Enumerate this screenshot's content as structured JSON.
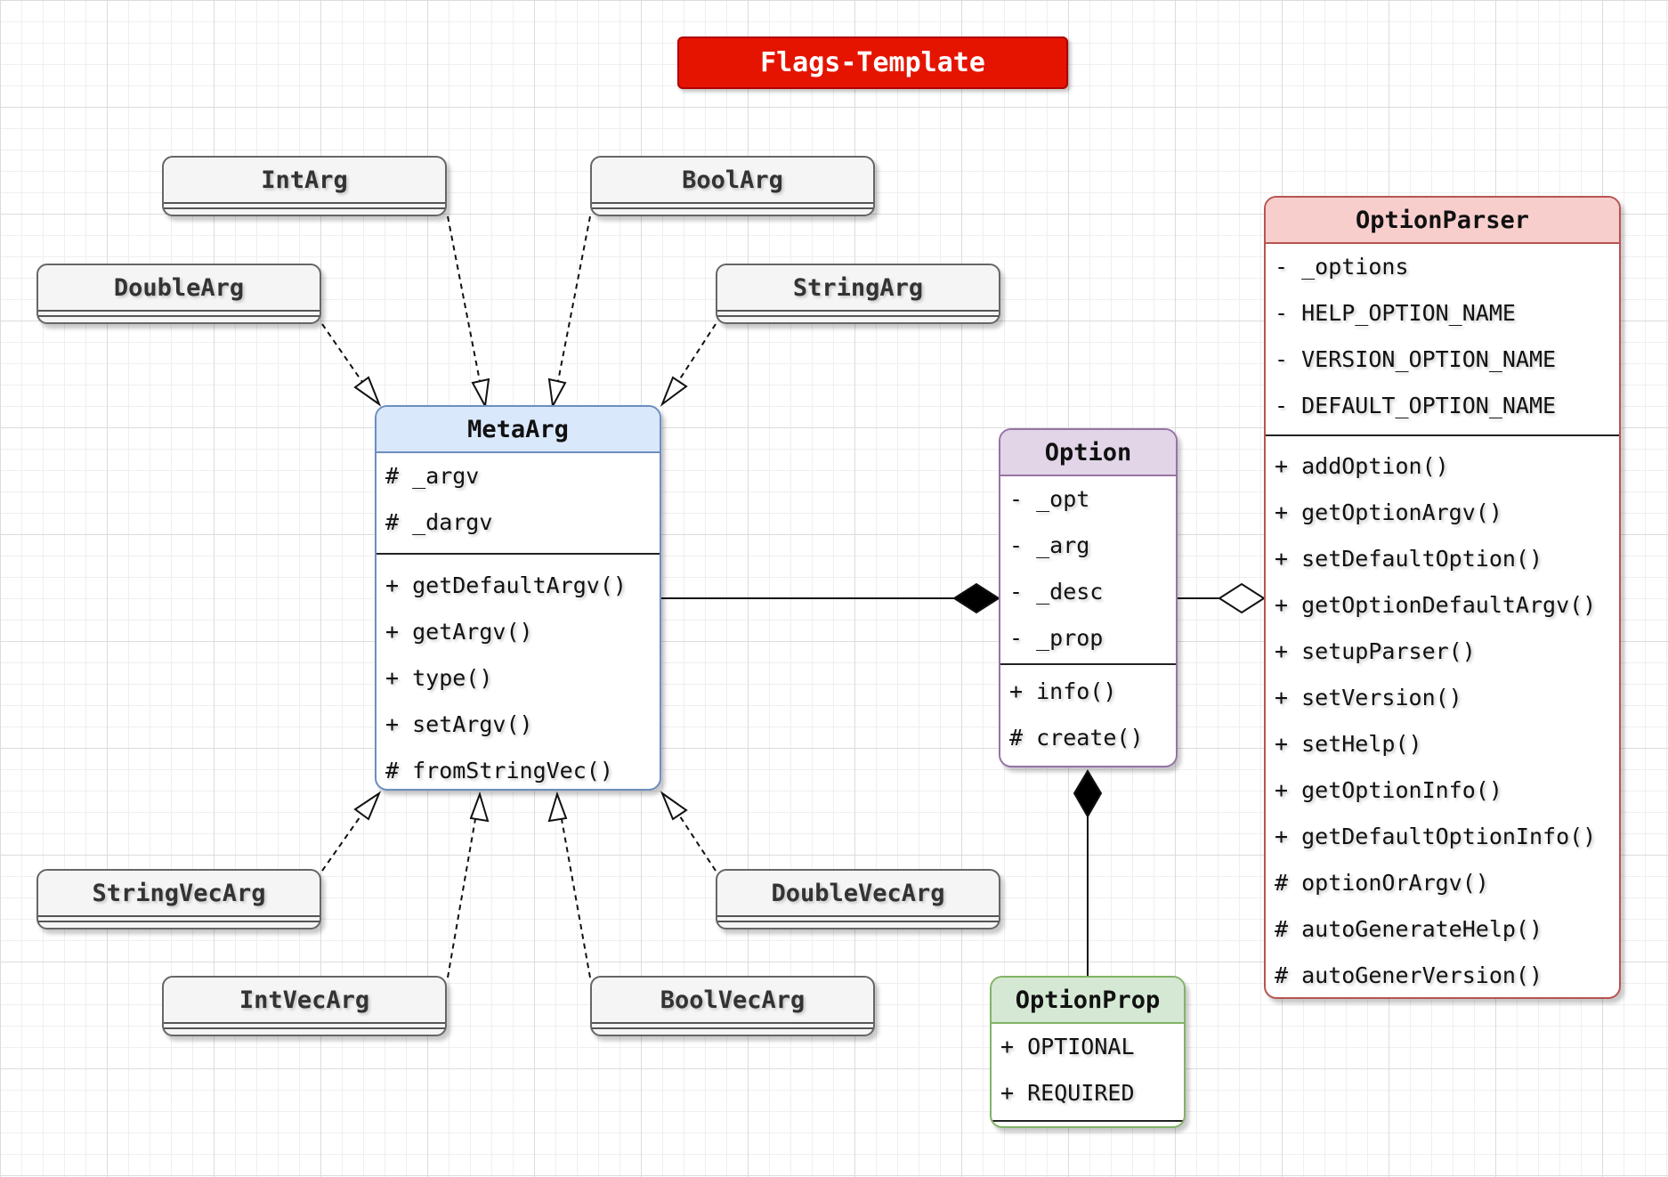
{
  "title": "Flags-Template",
  "colors": {
    "title_fill": "#e51400",
    "metaarg_fill": "#dae8fc",
    "metaarg_border": "#6c8ebf",
    "option_fill": "#e1d5e7",
    "option_border": "#9673a6",
    "optionparser_fill": "#f8cecc",
    "optionparser_border": "#b85450",
    "optionprop_fill": "#d5e8d4",
    "optionprop_border": "#82b366",
    "simple_fill": "#f5f5f5"
  },
  "arg_classes": {
    "int_arg": "IntArg",
    "bool_arg": "BoolArg",
    "double_arg": "DoubleArg",
    "string_arg": "StringArg",
    "string_vec_arg": "StringVecArg",
    "double_vec_arg": "DoubleVecArg",
    "int_vec_arg": "IntVecArg",
    "bool_vec_arg": "BoolVecArg"
  },
  "meta_arg": {
    "name": "MetaArg",
    "attributes": [
      "# _argv",
      "# _dargv"
    ],
    "methods": [
      "+ getDefaultArgv()",
      "+ getArgv()",
      "+ type()",
      "+ setArgv()",
      "# fromStringVec()"
    ]
  },
  "option": {
    "name": "Option",
    "attributes": [
      "- _opt",
      "- _arg",
      "- _desc",
      "- _prop"
    ],
    "methods": [
      "+ info()",
      "# create()"
    ]
  },
  "option_parser": {
    "name": "OptionParser",
    "attributes": [
      "- _options",
      "- HELP_OPTION_NAME",
      "- VERSION_OPTION_NAME",
      "- DEFAULT_OPTION_NAME"
    ],
    "methods": [
      "+ addOption()",
      "+ getOptionArgv()",
      "+ setDefaultOption()",
      "+ getOptionDefaultArgv()",
      "+ setupParser()",
      "+ setVersion()",
      "+ setHelp()",
      "+ getOptionInfo()",
      "+ getDefaultOptionInfo()",
      "# optionOrArgv()",
      "# autoGenerateHelp()",
      "# autoGenerVersion()"
    ]
  },
  "option_prop": {
    "name": "OptionProp",
    "attributes": [
      "+ OPTIONAL",
      "+ REQUIRED"
    ]
  }
}
